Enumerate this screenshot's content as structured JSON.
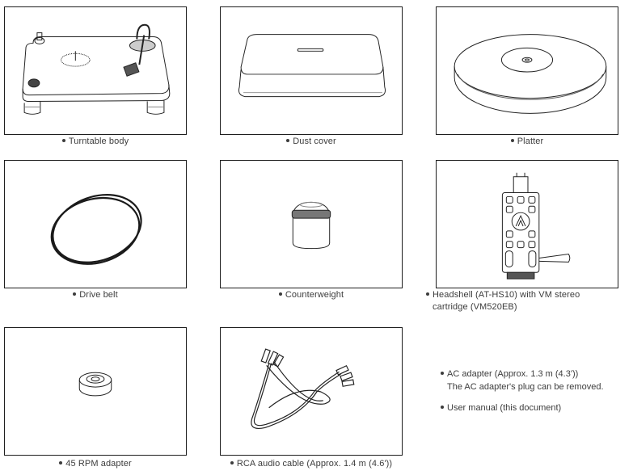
{
  "items": [
    {
      "id": "turntable-body",
      "label": "Turntable body",
      "icon": "turntable-illustration"
    },
    {
      "id": "dust-cover",
      "label": "Dust cover",
      "icon": "dust-cover-illustration"
    },
    {
      "id": "platter",
      "label": "Platter",
      "icon": "platter-illustration"
    },
    {
      "id": "drive-belt",
      "label": "Drive belt",
      "icon": "drive-belt-illustration"
    },
    {
      "id": "counterweight",
      "label": "Counterweight",
      "icon": "counterweight-illustration"
    },
    {
      "id": "headshell",
      "label_line1": "Headshell (AT-HS10) with VM stereo",
      "label_line2": "cartridge (VM520EB)",
      "icon": "headshell-illustration"
    },
    {
      "id": "rpm-adapter",
      "label": "45 RPM adapter",
      "icon": "45rpm-adapter-illustration"
    },
    {
      "id": "rca-cable",
      "label": "RCA audio cable (Approx. 1.4 m (4.6'))",
      "icon": "rca-cable-illustration"
    }
  ],
  "notes": [
    {
      "line1": "AC adapter (Approx. 1.3 m (4.3'))",
      "line2": "The AC adapter's plug can be removed."
    },
    {
      "line1": "User manual (this document)"
    }
  ]
}
